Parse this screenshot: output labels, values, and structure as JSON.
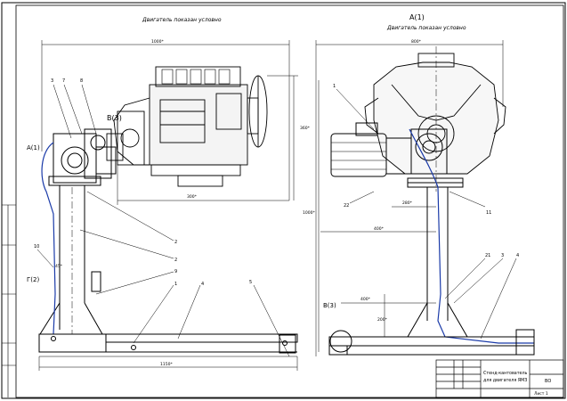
{
  "views": {
    "left": {
      "title": "Двигатель показан условно",
      "section_label": "В(3)",
      "view_label": "А(1)",
      "side_label": "Г(2)"
    },
    "right": {
      "view_label": "А(1)",
      "title": "Двигатель показан условно",
      "section_label": "В(3)"
    }
  },
  "leaders_left": [
    "3",
    "7",
    "8",
    "10",
    "2",
    "2",
    "9",
    "1",
    "4",
    "5"
  ],
  "leaders_right": [
    "1",
    "22",
    "11",
    "21",
    "3",
    "4"
  ],
  "dimensions": {
    "left_top": "1000*",
    "left_bottom": "300*",
    "left_right_vert": "360*",
    "left_column": "45*",
    "left_base": "1150*",
    "right_top": "800*",
    "right_mid": "400*",
    "right_mid_small": "280*",
    "right_vert": "1000*",
    "right_base": "400*",
    "right_vert2": "200*"
  },
  "title_block": {
    "name_line1": "Стенд-кантователь",
    "name_line2": "для двигателя ЯМЗ",
    "sheet": "Лист 1",
    "mark": "ВО"
  },
  "colors": {
    "ink": "#000000",
    "hidden": "#1a3aa8",
    "paper": "#ffffff"
  }
}
